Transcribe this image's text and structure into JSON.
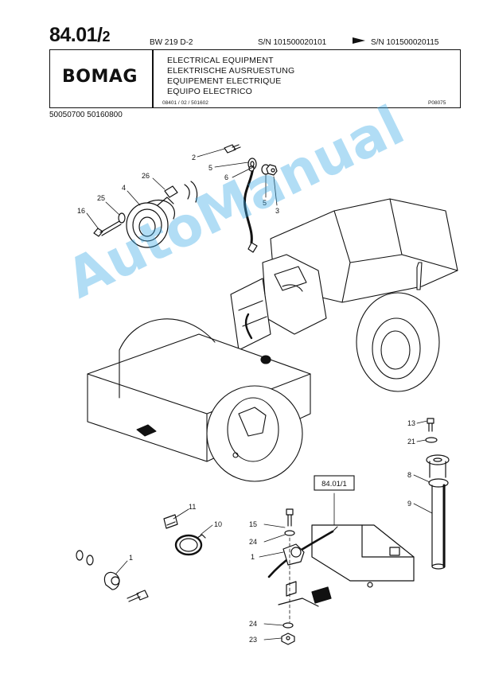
{
  "header": {
    "page_number_main": "84.01/",
    "page_number_sub": "2",
    "model": "BW 219 D-2",
    "serial_from": "S/N 101500020101",
    "serial_to": "S/N 101500020115",
    "logo": "BOMAG",
    "titles": [
      "ELECTRICAL EQUIPMENT",
      "ELEKTRISCHE AUSRUESTUNG",
      "EQUIPEMENT ELECTRIQUE",
      "EQUIPO ELECTRICO"
    ],
    "doc_code": "08401 / 02 / 501602",
    "plate_code": "P08075"
  },
  "part_refs": "50050700   50160800",
  "reference_box": "84.01/1",
  "callouts": {
    "c2": "2",
    "c5a": "5",
    "c6": "6",
    "c5b": "5",
    "c3": "3",
    "c26": "26",
    "c4": "4",
    "c25": "25",
    "c16": "16",
    "c13": "13",
    "c21": "21",
    "c8": "8",
    "c9": "9",
    "c11": "11",
    "c10": "10",
    "c15": "15",
    "c24a": "24",
    "c1a": "1",
    "c1b": "1",
    "c24b": "24",
    "c23": "23"
  },
  "watermark": "AutoManual"
}
